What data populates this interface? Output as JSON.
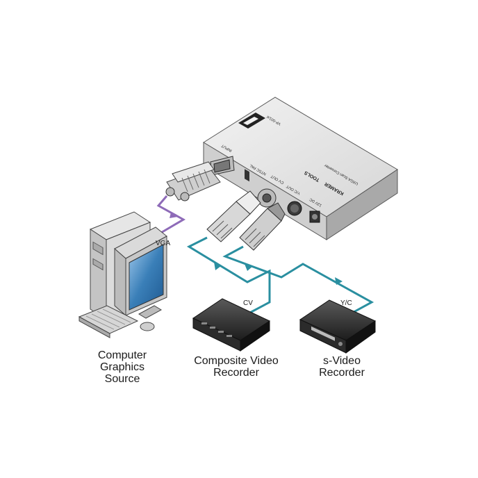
{
  "device": {
    "model": "VP-501xl",
    "brand": "KRAMER",
    "series": "TOOLS",
    "description": "UXGA Scan Converter",
    "panel_labels": {
      "input": "INPUT",
      "cv_out": "CV OUT",
      "yc_out": "Y/C OUT",
      "dc_in": "12V DC",
      "ntsc_pal": "NTSC PAL"
    }
  },
  "cables": {
    "vga": "VGA",
    "cv": "CV",
    "yc": "Y/C"
  },
  "captions": {
    "computer": [
      "Computer",
      "Graphics",
      "Source"
    ],
    "composite": [
      "Composite Video",
      "Recorder"
    ],
    "svideo": [
      "s-Video",
      "Recorder"
    ]
  },
  "colors": {
    "vga_cable": "#8e6bb8",
    "video_cable": "#2a8fa0",
    "screen": "#3a7fb8"
  }
}
